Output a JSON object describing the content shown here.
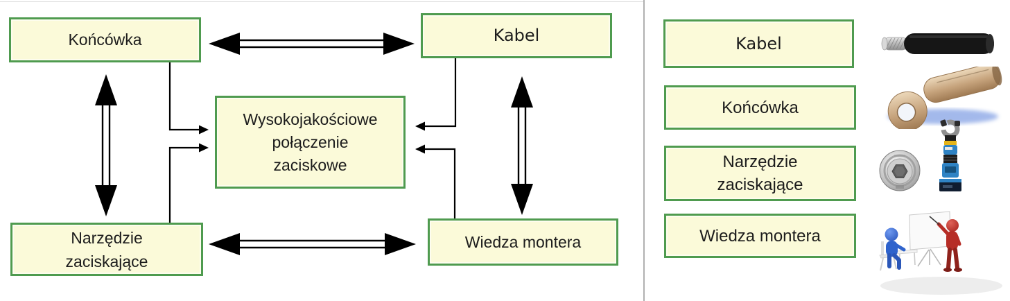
{
  "colors": {
    "box-fill": "#fbfad9",
    "box-border": "#4f9b4f",
    "arrow": "#000000",
    "divider": "#b0b0b0",
    "text": "#1c1c1c"
  },
  "diagram": {
    "nodes": {
      "koncowka": {
        "label": "Końcówka"
      },
      "kabel": {
        "label": "Kabel"
      },
      "narzedzie": {
        "label": "Narzędzie\nzaciskające"
      },
      "wiedza": {
        "label": "Wiedza montera"
      },
      "center": {
        "label": "Wysokojakościowe\npołączenie\nzaciskowe"
      }
    },
    "arrows": {
      "double_arrows": [
        "koncowka-kabel",
        "koncowka-narzedzie",
        "kabel-wiedza",
        "narzedzie-wiedza"
      ],
      "connectors_to_center": [
        "koncowka-center",
        "narzedzie-center",
        "kabel-center",
        "wiedza-center"
      ]
    }
  },
  "legend": {
    "items": [
      {
        "label": "Kabel",
        "icon": "cable-image"
      },
      {
        "label": "Końcówka",
        "icon": "cable-lug-image"
      },
      {
        "label": "Narzędzie\nzaciskające",
        "icon": "crimping-die-and-tool-image"
      },
      {
        "label": "Wiedza montera",
        "icon": "trainer-and-student-image"
      }
    ]
  }
}
